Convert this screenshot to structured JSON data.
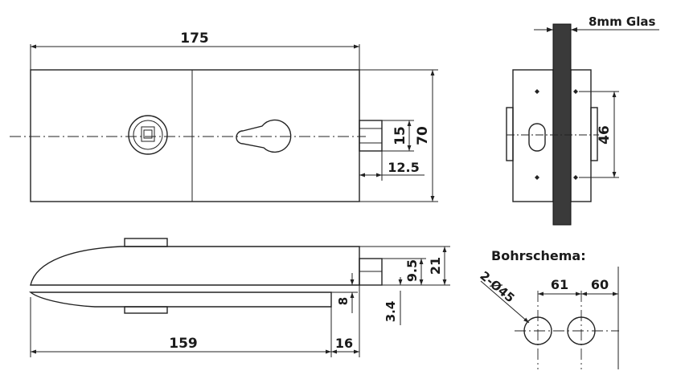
{
  "dimensions": {
    "overall_length": "175",
    "height": "70",
    "bolt_height": "15",
    "bolt_extension": "12.5",
    "side_spacing": "46",
    "bottom_length": "159",
    "bottom_offset": "16",
    "thickness_total": "21",
    "bolt_thickness": "9.5",
    "lip_8": "8",
    "lip_3_4": "3.4"
  },
  "labels": {
    "glass": "8mm Glas",
    "hole_pattern_title": "Bohrschema:",
    "hole_spec": "2-Ø45",
    "hole_spacing": "61",
    "edge_distance": "60"
  }
}
